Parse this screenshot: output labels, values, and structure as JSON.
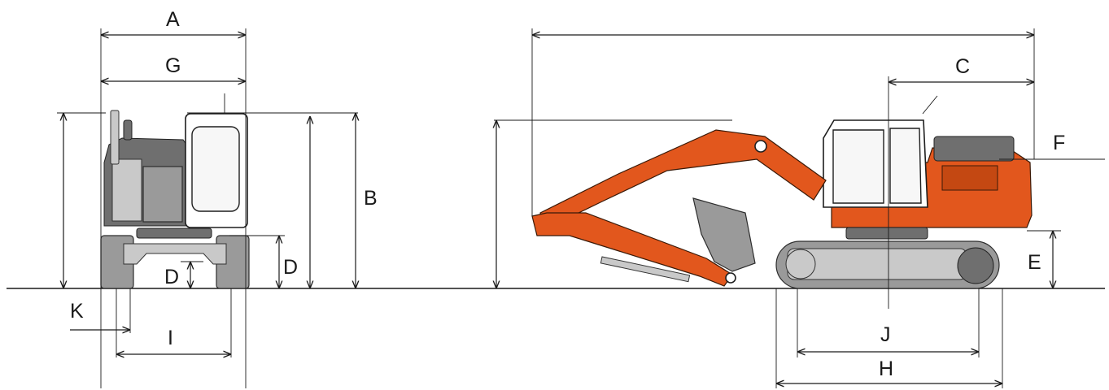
{
  "diagram": {
    "labels": {
      "A": "A",
      "G": "G",
      "B": "B",
      "D_inner": "D",
      "D_outer": "D",
      "K": "K",
      "I": "I",
      "C": "C",
      "F": "F",
      "E": "E",
      "J": "J",
      "H": "H"
    },
    "colors": {
      "body": "#e2571d",
      "track": "#9a9a9a",
      "lines": "#1a1a1a"
    }
  }
}
